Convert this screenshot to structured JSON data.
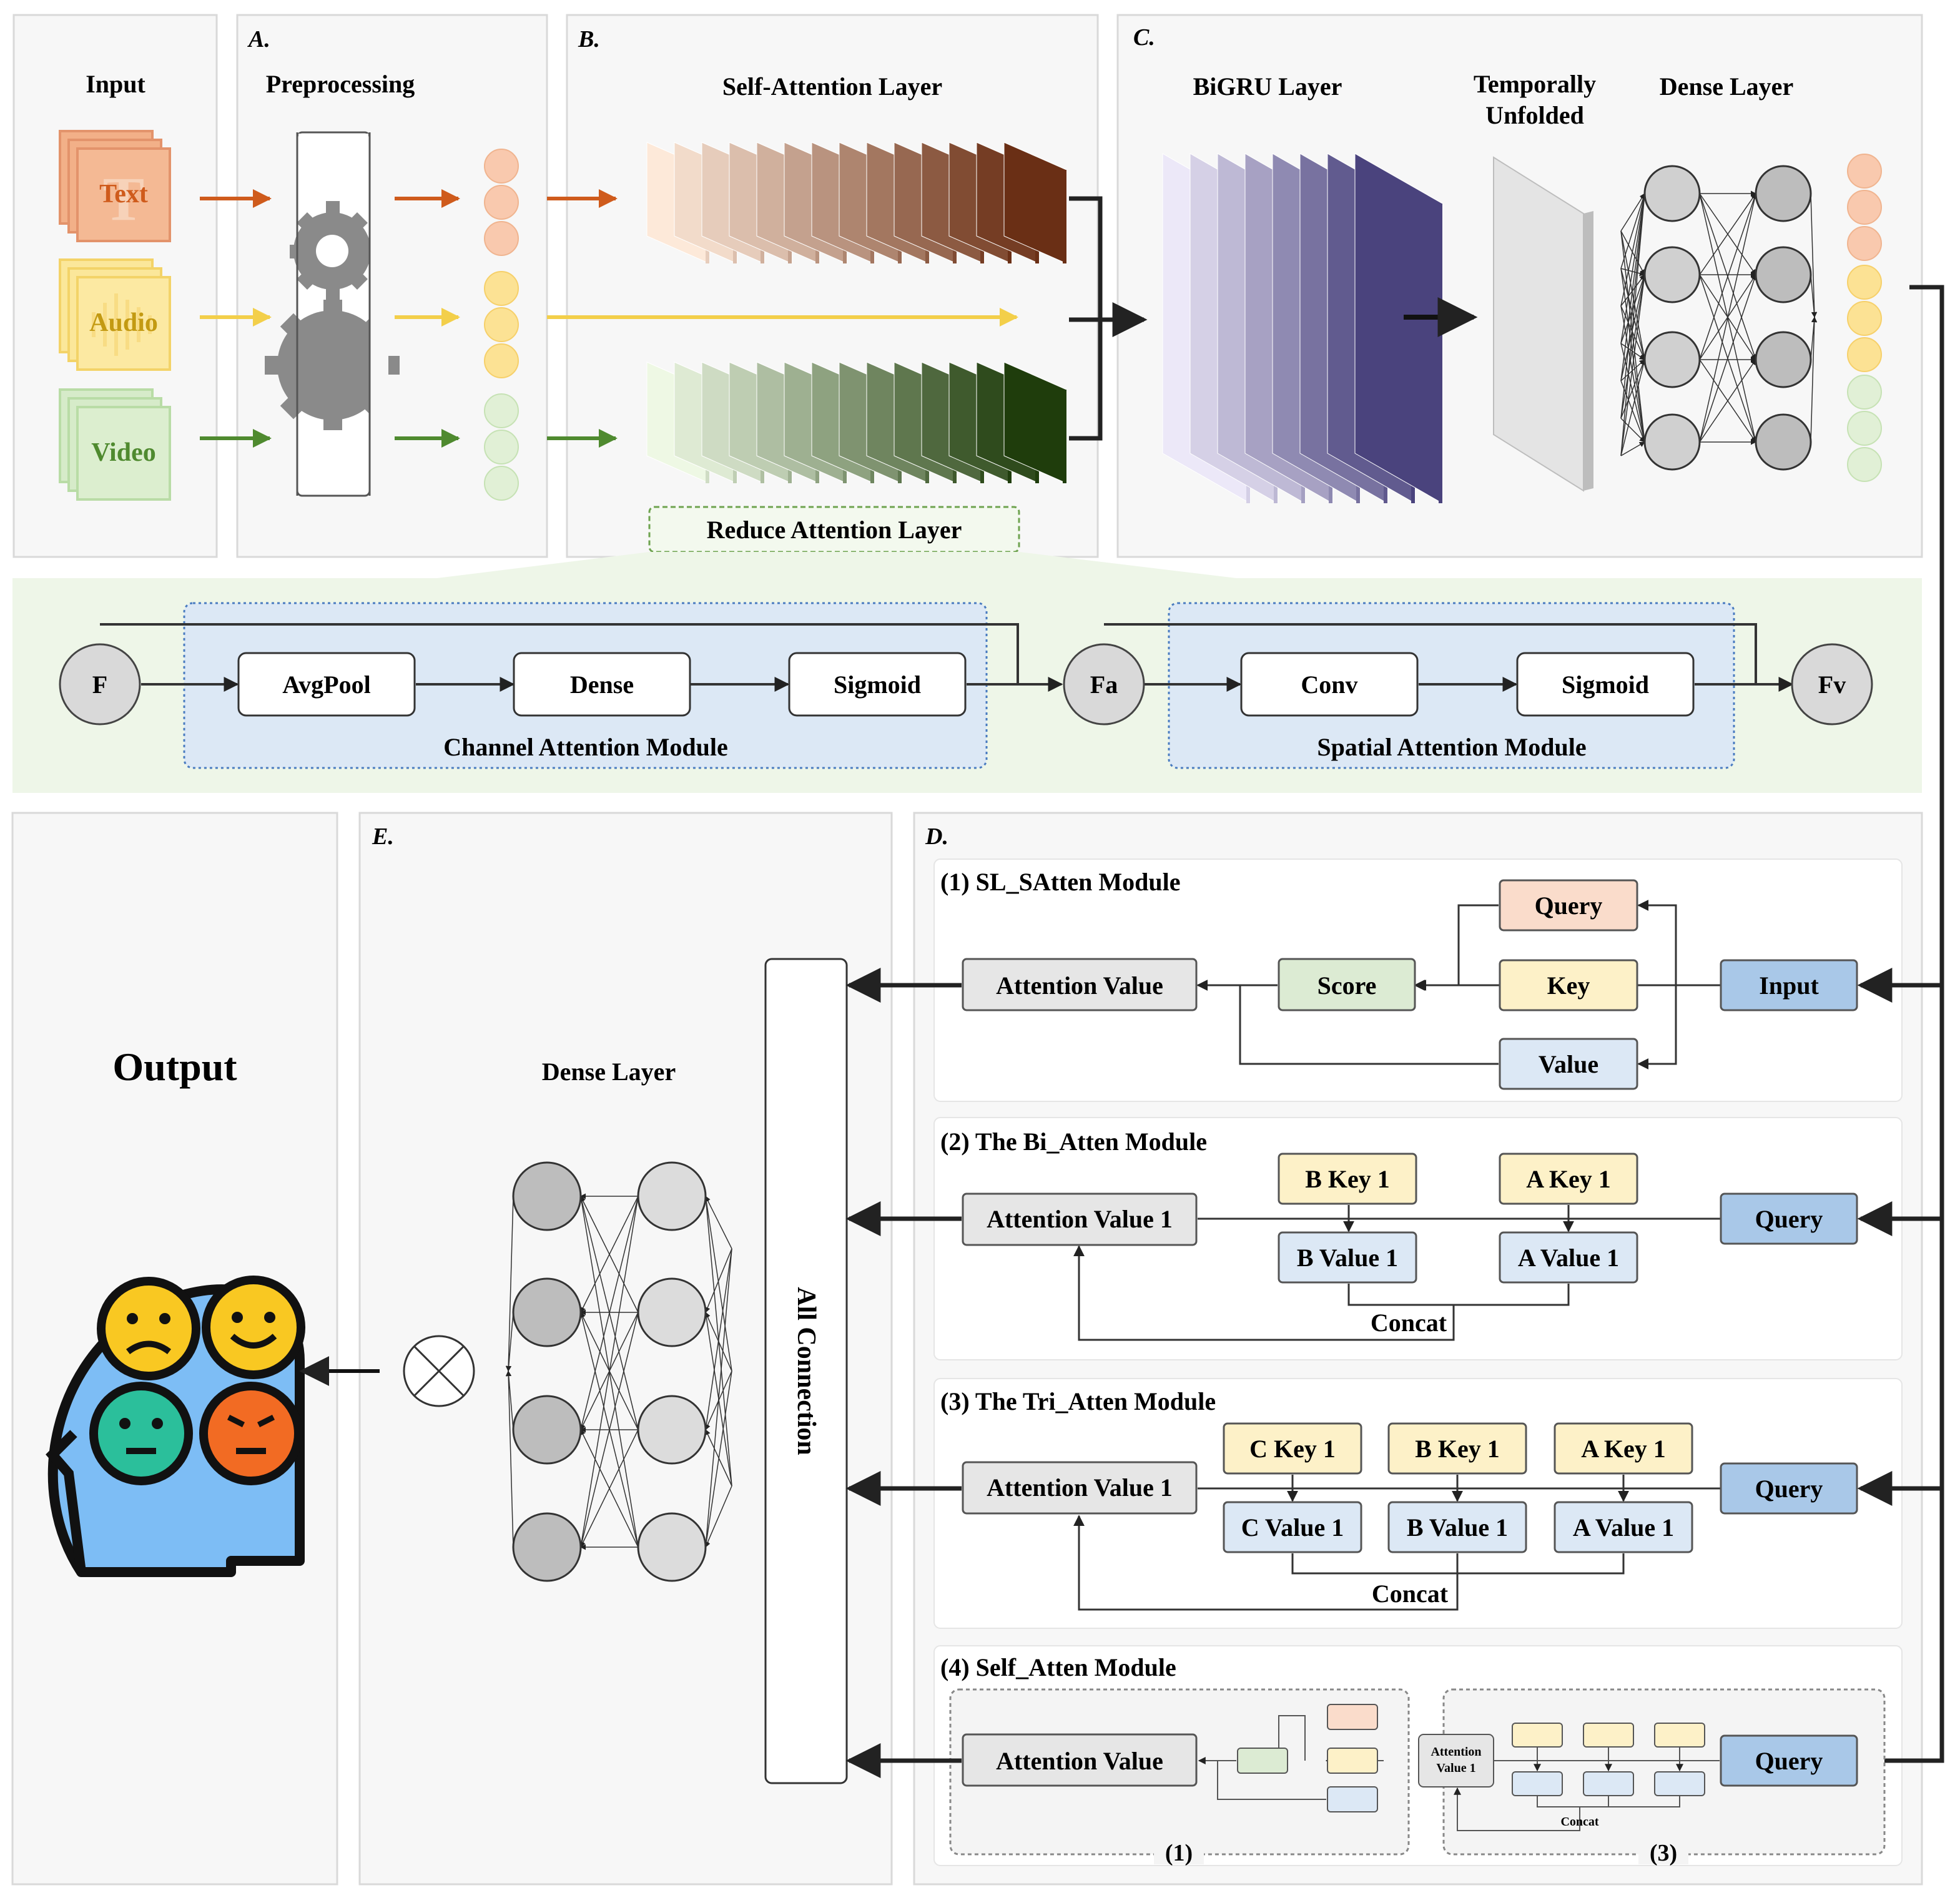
{
  "panels": {
    "input": {
      "title": "Input",
      "items": [
        "Text",
        "Audio",
        "Video"
      ]
    },
    "preprocessing": {
      "letter": "A.",
      "title": "Preprocessing"
    },
    "self_attention": {
      "letter": "B.",
      "title": "Self-Attention Layer",
      "reduce_label": "Reduce Attention Layer"
    },
    "bigru": {
      "letter": "C.",
      "title": "BiGRU Layer",
      "unfold_line1": "Temporally",
      "unfold_line2": "Unfolded",
      "dense_title": "Dense Layer"
    },
    "output": {
      "title": "Output"
    },
    "dense_e": {
      "letter": "E.",
      "title": "Dense Layer",
      "all_connection": "All Connection"
    },
    "modules": {
      "letter": "D."
    }
  },
  "reduce": {
    "f": "F",
    "fa": "Fa",
    "fv": "Fv",
    "avgpool": "AvgPool",
    "dense": "Dense",
    "sigmoid1": "Sigmoid",
    "conv": "Conv",
    "sigmoid2": "Sigmoid",
    "channel_module": "Channel Attention Module",
    "spatial_module": "Spatial Attention Module"
  },
  "module1": {
    "title": "(1) SL_SAtten Module",
    "attention_value": "Attention Value",
    "score": "Score",
    "query": "Query",
    "key": "Key",
    "value": "Value",
    "input": "Input"
  },
  "module2": {
    "title": "(2) The Bi_Atten Module",
    "attention_value": "Attention Value 1",
    "b_key": "B Key 1",
    "a_key": "A Key 1",
    "b_value": "B Value 1",
    "a_value": "A Value 1",
    "concat": "Concat",
    "query": "Query"
  },
  "module3": {
    "title": "(3) The Tri_Atten Module",
    "attention_value": "Attention Value 1",
    "c_key": "C Key 1",
    "b_key": "B Key 1",
    "a_key": "A Key 1",
    "c_value": "C Value 1",
    "b_value": "B Value 1",
    "a_value": "A Value 1",
    "concat": "Concat",
    "query": "Query"
  },
  "module4": {
    "title": "(4) Self_Atten Module",
    "attention_value": "Attention Value",
    "mini_attention_line1": "Attention",
    "mini_attention_line2": "Value 1",
    "mini_concat": "Concat",
    "query": "Query",
    "tag1": "(1)",
    "tag3": "(3)"
  },
  "colors": {
    "panel_bg": "#f7f7f7",
    "panel_border": "#d9d9d9",
    "text_color": "#e3936b",
    "audio_color": "#f6d86b",
    "video_color": "#b9dca6",
    "orange_arrow": "#cf5b1c",
    "yellow_arrow": "#f3cf4a",
    "green_arrow": "#4f8a2f",
    "reduce_band": "#eef6e8",
    "module_blue": "#dce8f5",
    "query_fill": "#fadccb",
    "key_fill": "#fdf1c8",
    "value_fill": "#dce8f5",
    "score_fill": "#dcebd3",
    "input_fill": "#a9c8e8",
    "attn_fill": "#e6e6e6"
  }
}
